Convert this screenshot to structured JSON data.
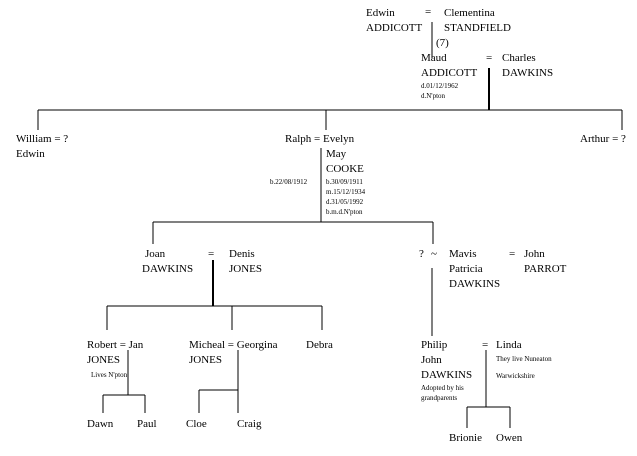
{
  "people": {
    "edwin_first": "Edwin",
    "edwin_surname": "ADDICOTT",
    "clementina_first": "Clementina",
    "clementina_surname": "STANDFIELD",
    "children_count": "(7)",
    "maud_first": "Maud",
    "maud_surname": "ADDICOTT",
    "maud_death": "d.01/12/1962",
    "maud_place": "d.N'pton",
    "charles_first": "Charles",
    "charles_surname": "DAWKINS",
    "william_line": "William = ?",
    "william_middle": "Edwin",
    "ralph_line": "Ralph = Evelyn",
    "evelyn_middle": "May",
    "evelyn_surname": "COOKE",
    "ralph_birth": "b.22/08/1912",
    "evelyn_birth": "b.30/09/1911",
    "evelyn_marriage": "m.15/12/1934",
    "evelyn_death": "d.31/05/1992",
    "evelyn_places": "b.m.d.N'pton",
    "arthur_line": "Arthur = ?",
    "joan_first": "Joan",
    "joan_surname": "DAWKINS",
    "denis_first": "Denis",
    "denis_surname": "JONES",
    "unknown_partner": "?",
    "tilde": "~",
    "mavis_first": "Mavis",
    "mavis_middle": "Patricia",
    "mavis_surname": "DAWKINS",
    "john_first": "John",
    "john_surname": "PARROT",
    "robert_line": "Robert = Jan",
    "robert_surname": "JONES",
    "robert_note": "Lives N'pton",
    "michael_line": "Micheal = Georgina",
    "michael_surname": "JONES",
    "debra": "Debra",
    "philip_first": "Philip",
    "philip_middle": "John",
    "philip_surname": "DAWKINS",
    "philip_note_1": "Adopted by his",
    "philip_note_2": "grandparents",
    "linda": "Linda",
    "linda_note_1": "They live Nuneaton",
    "linda_note_2": "Warwickshire",
    "dawn": "Dawn",
    "paul": "Paul",
    "cloe": "Cloe",
    "craig": "Craig",
    "brionie": "Brionie",
    "owen": "Owen",
    "marriage_sign": "="
  }
}
